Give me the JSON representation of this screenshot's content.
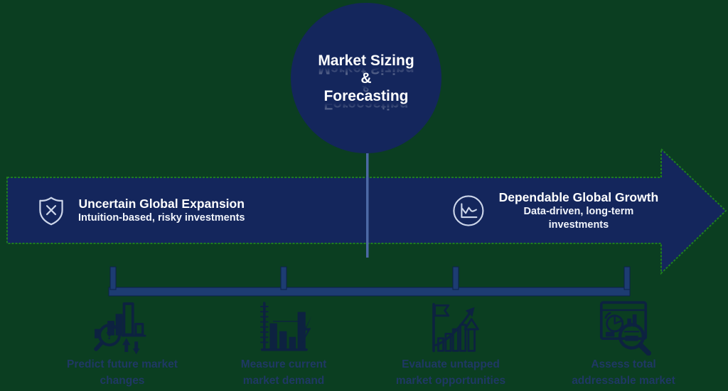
{
  "circle": {
    "line1": "Market Sizing",
    "line2": "&",
    "line3": "Forecasting"
  },
  "banner": {
    "left": {
      "icon": "shield-x-icon",
      "title": "Uncertain Global Expansion",
      "subtitle": "Intuition-based, risky investments"
    },
    "right": {
      "icon": "trend-line-circle-icon",
      "title": "Dependable Global Growth",
      "subtitle": "Data-driven, long-term investments"
    }
  },
  "items": [
    {
      "icon": "magnifier-question-bars-icon",
      "line1": "Predict future market",
      "line2": "changes"
    },
    {
      "icon": "bar-chart-lightning-icon",
      "line1": "Measure current",
      "line2": "market demand"
    },
    {
      "icon": "flag-growth-bars-icon",
      "line1": "Evaluate untapped",
      "line2": "market opportunities"
    },
    {
      "icon": "report-magnifier-icon",
      "line1": "Assess total",
      "line2": "addressable market"
    }
  ],
  "colors": {
    "background_green": "#0b3e21",
    "navy_fill": "#14265c",
    "arrow_border_green": "#1f7d1f",
    "bracket_navy": "#1d3c72",
    "connector_blue": "#4c69a5",
    "icon_stroke_navy": "#0d2240",
    "label_text_navy": "#1f3864",
    "banner_text": "#ffffff"
  }
}
